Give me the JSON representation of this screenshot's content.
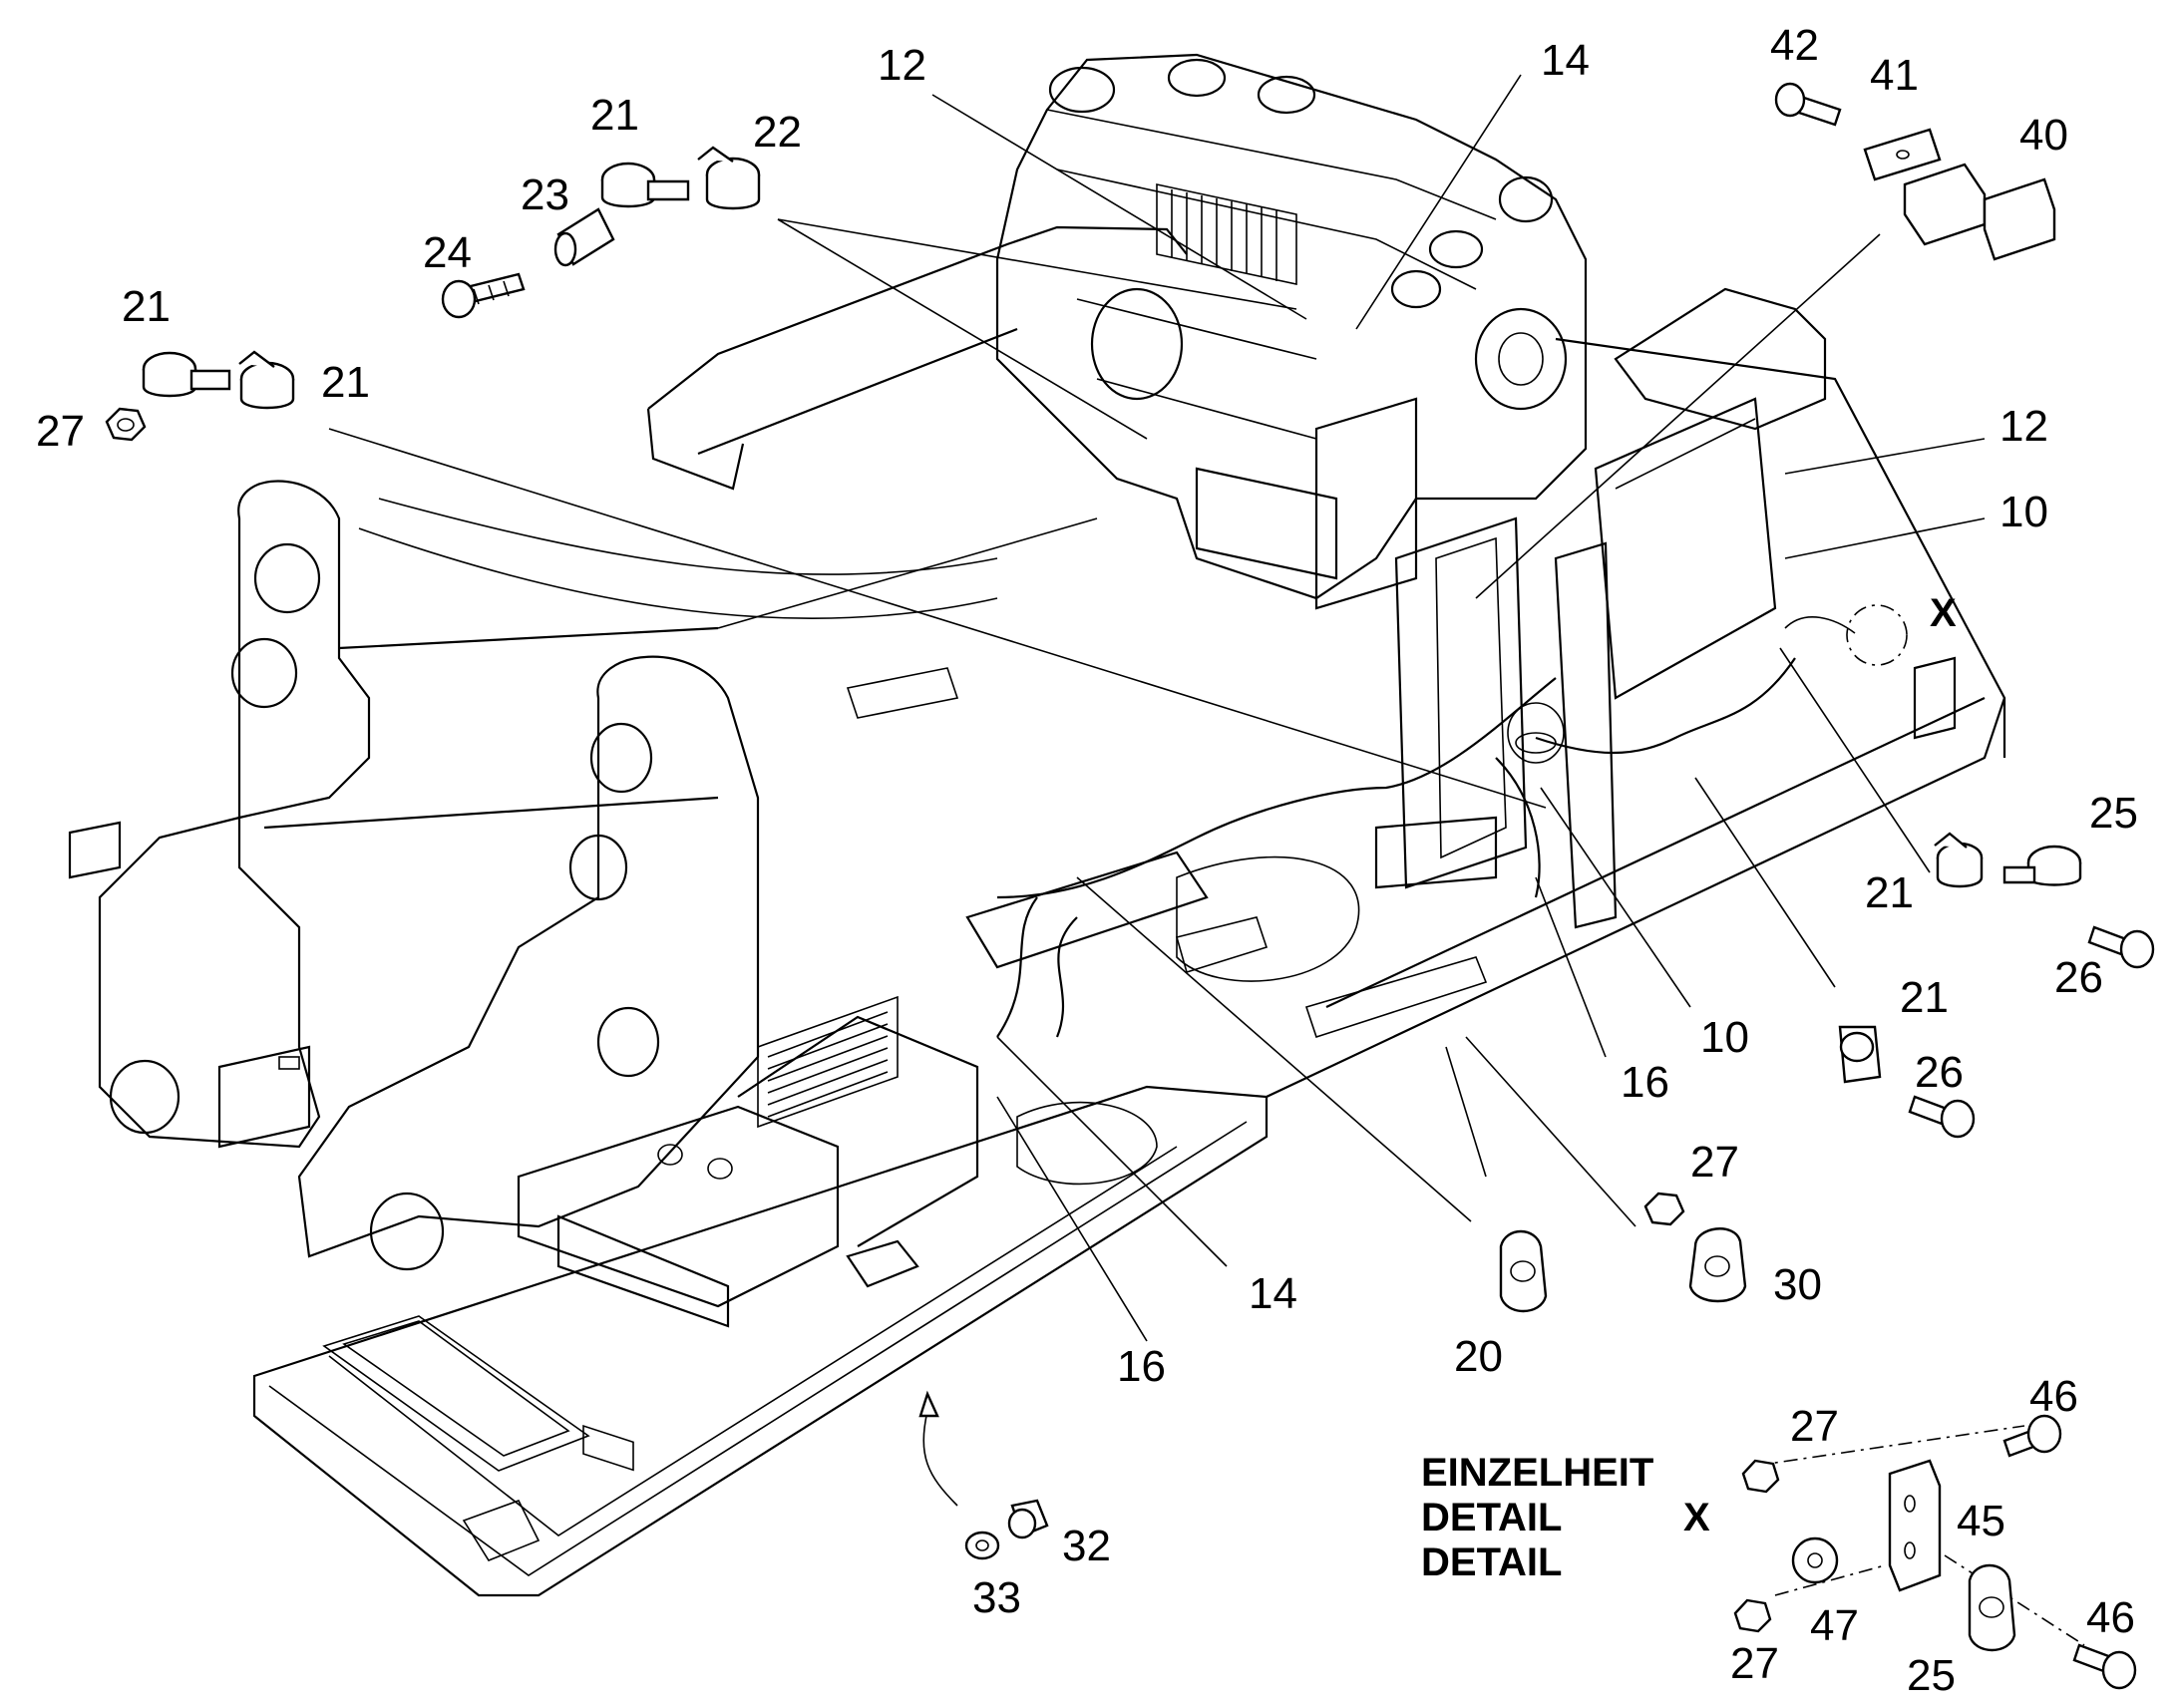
{
  "callouts": [
    {
      "id": "c12a",
      "text": "12"
    },
    {
      "id": "c14a",
      "text": "14"
    },
    {
      "id": "c42",
      "text": "42"
    },
    {
      "id": "c41",
      "text": "41"
    },
    {
      "id": "c40",
      "text": "40"
    },
    {
      "id": "c21a",
      "text": "21"
    },
    {
      "id": "c22",
      "text": "22"
    },
    {
      "id": "c23",
      "text": "23"
    },
    {
      "id": "c24",
      "text": "24"
    },
    {
      "id": "c21b",
      "text": "21"
    },
    {
      "id": "c21c",
      "text": "21"
    },
    {
      "id": "c27a",
      "text": "27"
    },
    {
      "id": "c12b",
      "text": "12"
    },
    {
      "id": "c10a",
      "text": "10"
    },
    {
      "id": "cX",
      "text": "X"
    },
    {
      "id": "c25a",
      "text": "25"
    },
    {
      "id": "c21d",
      "text": "21"
    },
    {
      "id": "c26a",
      "text": "26"
    },
    {
      "id": "c21e",
      "text": "21"
    },
    {
      "id": "c26b",
      "text": "26"
    },
    {
      "id": "c10b",
      "text": "10"
    },
    {
      "id": "c16a",
      "text": "16"
    },
    {
      "id": "c27b",
      "text": "27"
    },
    {
      "id": "c30",
      "text": "30"
    },
    {
      "id": "c14b",
      "text": "14"
    },
    {
      "id": "c20",
      "text": "20"
    },
    {
      "id": "c16b",
      "text": "16"
    },
    {
      "id": "c46a",
      "text": "46"
    },
    {
      "id": "c27c",
      "text": "27"
    },
    {
      "id": "c45",
      "text": "45"
    },
    {
      "id": "c47",
      "text": "47"
    },
    {
      "id": "c27d",
      "text": "27"
    },
    {
      "id": "c25b",
      "text": "25"
    },
    {
      "id": "c46b",
      "text": "46"
    },
    {
      "id": "c32",
      "text": "32"
    },
    {
      "id": "c33",
      "text": "33"
    }
  ],
  "detail": {
    "line1": "EINZELHEIT",
    "line2": "DETAIL",
    "line3": "DETAIL",
    "marker": "X"
  }
}
